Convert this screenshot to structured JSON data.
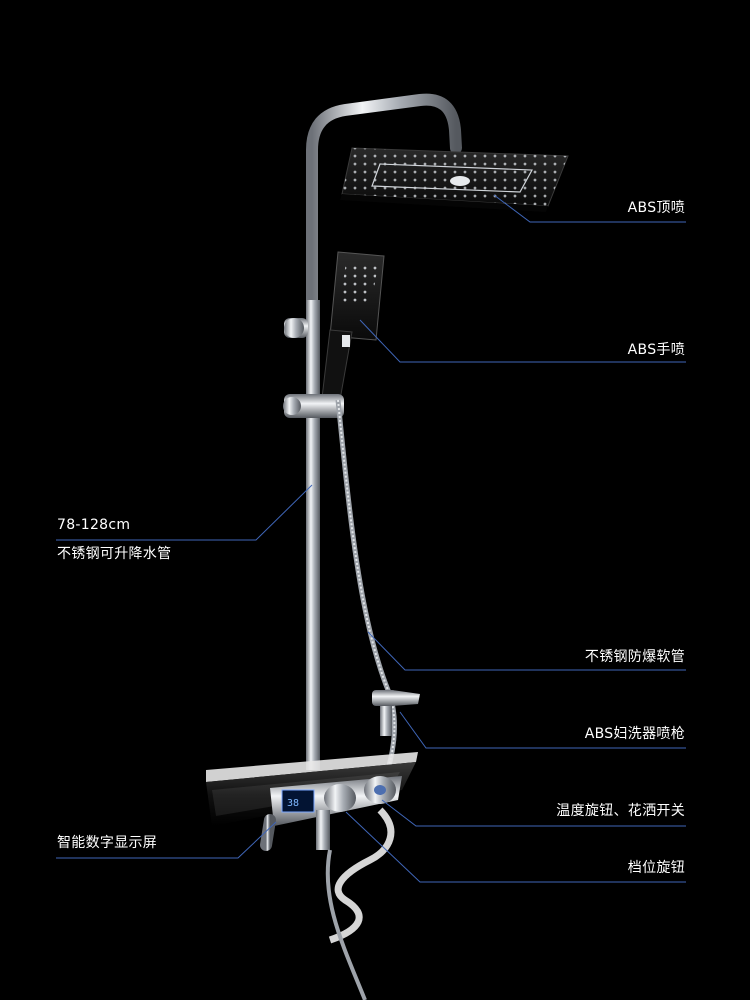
{
  "labels": {
    "abs_top_spray": "ABS顶喷",
    "abs_hand_spray": "ABS手喷",
    "pipe_size": "78-128cm",
    "pipe_desc": "不锈钢可升降水管",
    "hose": "不锈钢防爆软管",
    "bidet_spray_gun": "ABS妇洗器喷枪",
    "temp_knob_switch": "温度旋钮、花洒开关",
    "digital_display": "智能数字显示屏",
    "gear_knob": "档位旋钮"
  },
  "colors": {
    "background": "#000000",
    "leader_line": "#3f66b8",
    "label_text": "#ffffff",
    "chrome": "#c8ccd2",
    "black_panel": "#141414",
    "display_blue": "#5aa0ff"
  }
}
